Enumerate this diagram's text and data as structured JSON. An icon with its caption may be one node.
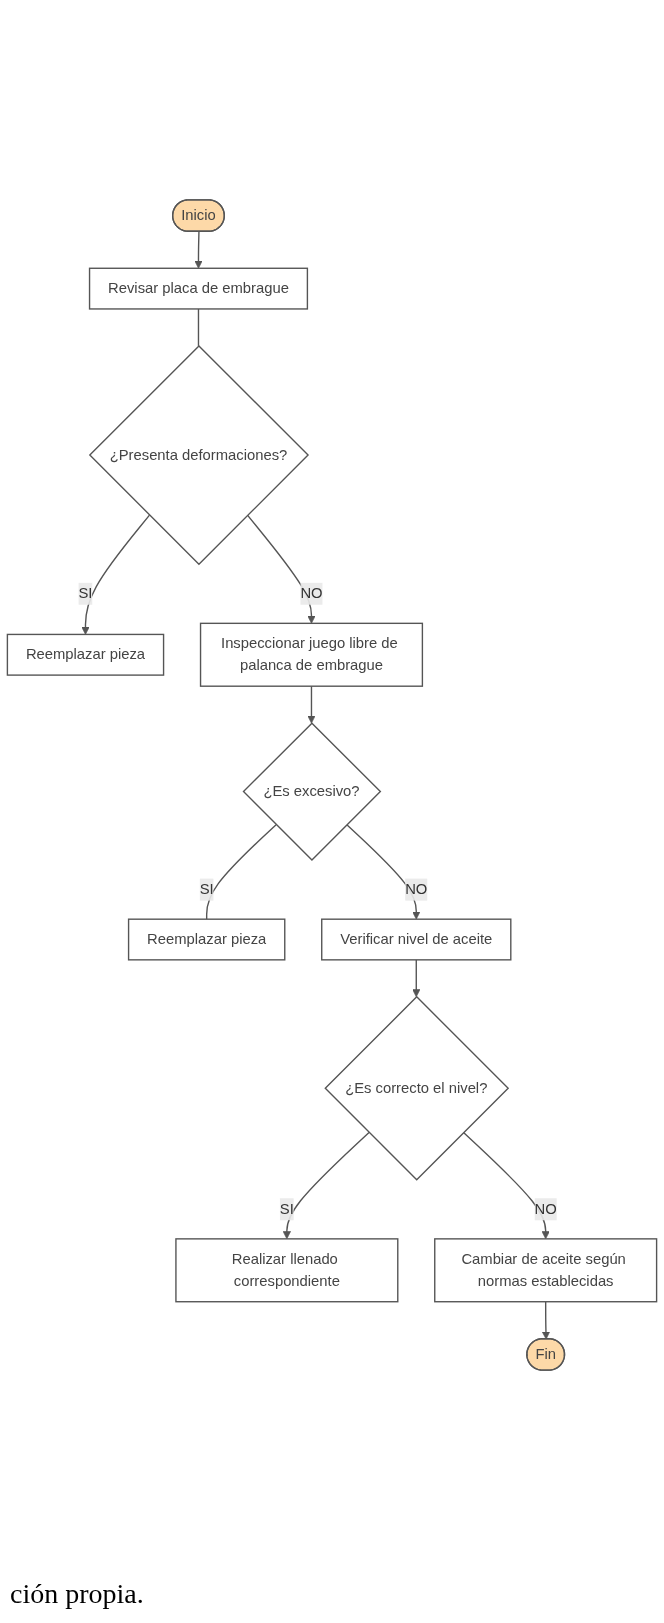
{
  "diagram": {
    "caption": "ción propia.",
    "nodes": [
      {
        "text": [
          "Inicio"
        ]
      },
      {
        "text": [
          "Revisar placa de embrague"
        ]
      },
      {
        "text": [
          "¿Presenta deformaciones?"
        ]
      },
      {
        "text": [
          "Reemplazar pieza"
        ]
      },
      {
        "text": [
          "Inspeccionar juego libre de palanca de embrague"
        ]
      },
      {
        "text": [
          "¿Es excesivo?"
        ]
      },
      {
        "text": [
          "Reemplazar pieza"
        ]
      },
      {
        "text": [
          "Verificar nivel de aceite"
        ]
      },
      {
        "text": [
          "¿Es correcto el nivel?"
        ]
      },
      {
        "text": [
          "Realizar llenado correspondiente"
        ]
      },
      {
        "text": [
          "Cambiar de aceite según normas establecidas"
        ]
      },
      {
        "text": [
          "Fin"
        ]
      }
    ],
    "edges": [
      {
        "from": 0,
        "to": 1,
        "arrow": "to"
      },
      {
        "from": 1,
        "to": 2,
        "arrow": "none"
      },
      {
        "from": 2,
        "to": 3,
        "arrow": "to",
        "label": "SI"
      },
      {
        "from": 2,
        "to": 4,
        "arrow": "to",
        "label": "NO"
      },
      {
        "from": 4,
        "to": 5,
        "arrow": "to"
      },
      {
        "from": 5,
        "to": 6,
        "arrow": "none",
        "label": "SI"
      },
      {
        "from": 5,
        "to": 7,
        "arrow": "to",
        "label": "NO"
      },
      {
        "from": 7,
        "to": 8,
        "arrow": "to"
      },
      {
        "from": 8,
        "to": 9,
        "arrow": "to",
        "label": "SI"
      },
      {
        "from": 8,
        "to": 10,
        "arrow": "to",
        "label": "NO"
      },
      {
        "from": 10,
        "to": 11,
        "arrow": "to"
      }
    ]
  }
}
